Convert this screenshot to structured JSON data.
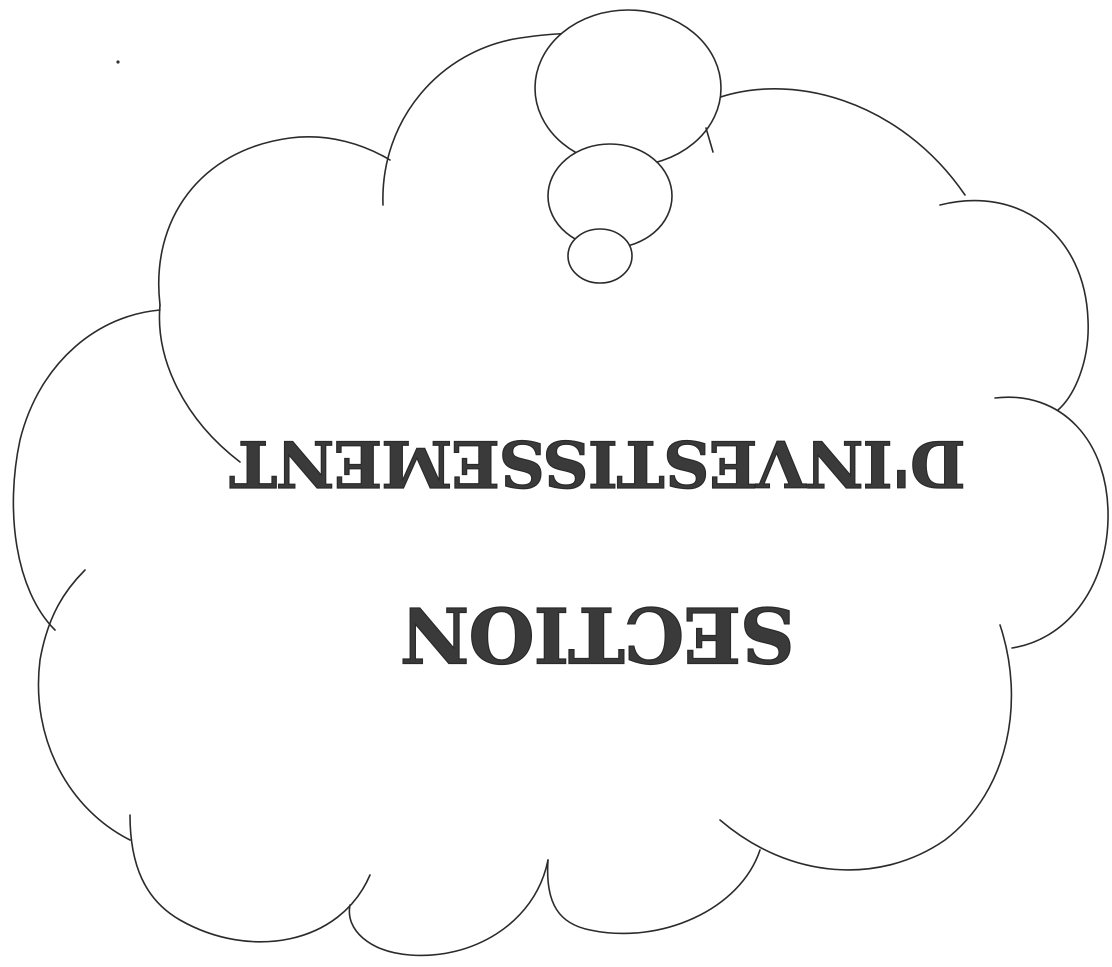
{
  "sign": {
    "line1": "SECTION",
    "line2": "D'INVESTISSEMENT",
    "orientation": "upside-down",
    "ink_color": "#3a3a3a",
    "outline_color": "#2b2b2b",
    "background_color": "#ffffff"
  }
}
